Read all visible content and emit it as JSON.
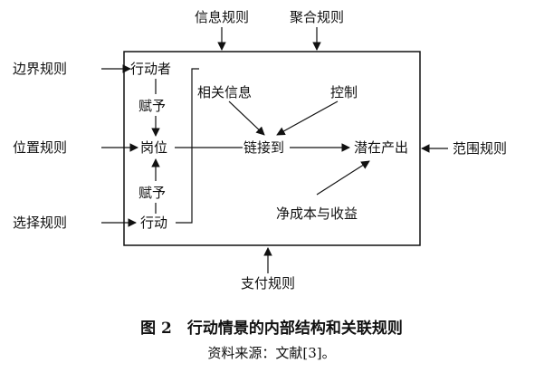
{
  "diagram": {
    "top_labels": [
      "信息规则",
      "聚合规则"
    ],
    "left_labels": [
      "边界规则",
      "位置规则",
      "选择规则"
    ],
    "right_label": "范围规则",
    "bottom_label": "支付规则",
    "chain": {
      "actor": "行动者",
      "assign_top": "赋予",
      "position": "岗位",
      "assign_bottom": "赋予",
      "action": "行动"
    },
    "inner": {
      "related_info": "相关信息",
      "control": "控制",
      "link": "链接到",
      "outcome": "潜在产出",
      "net_cost": "净成本与收益"
    }
  },
  "caption": {
    "title": "图 2　行动情景的内部结构和关联规则",
    "source": "资料来源：文献[3]。"
  }
}
